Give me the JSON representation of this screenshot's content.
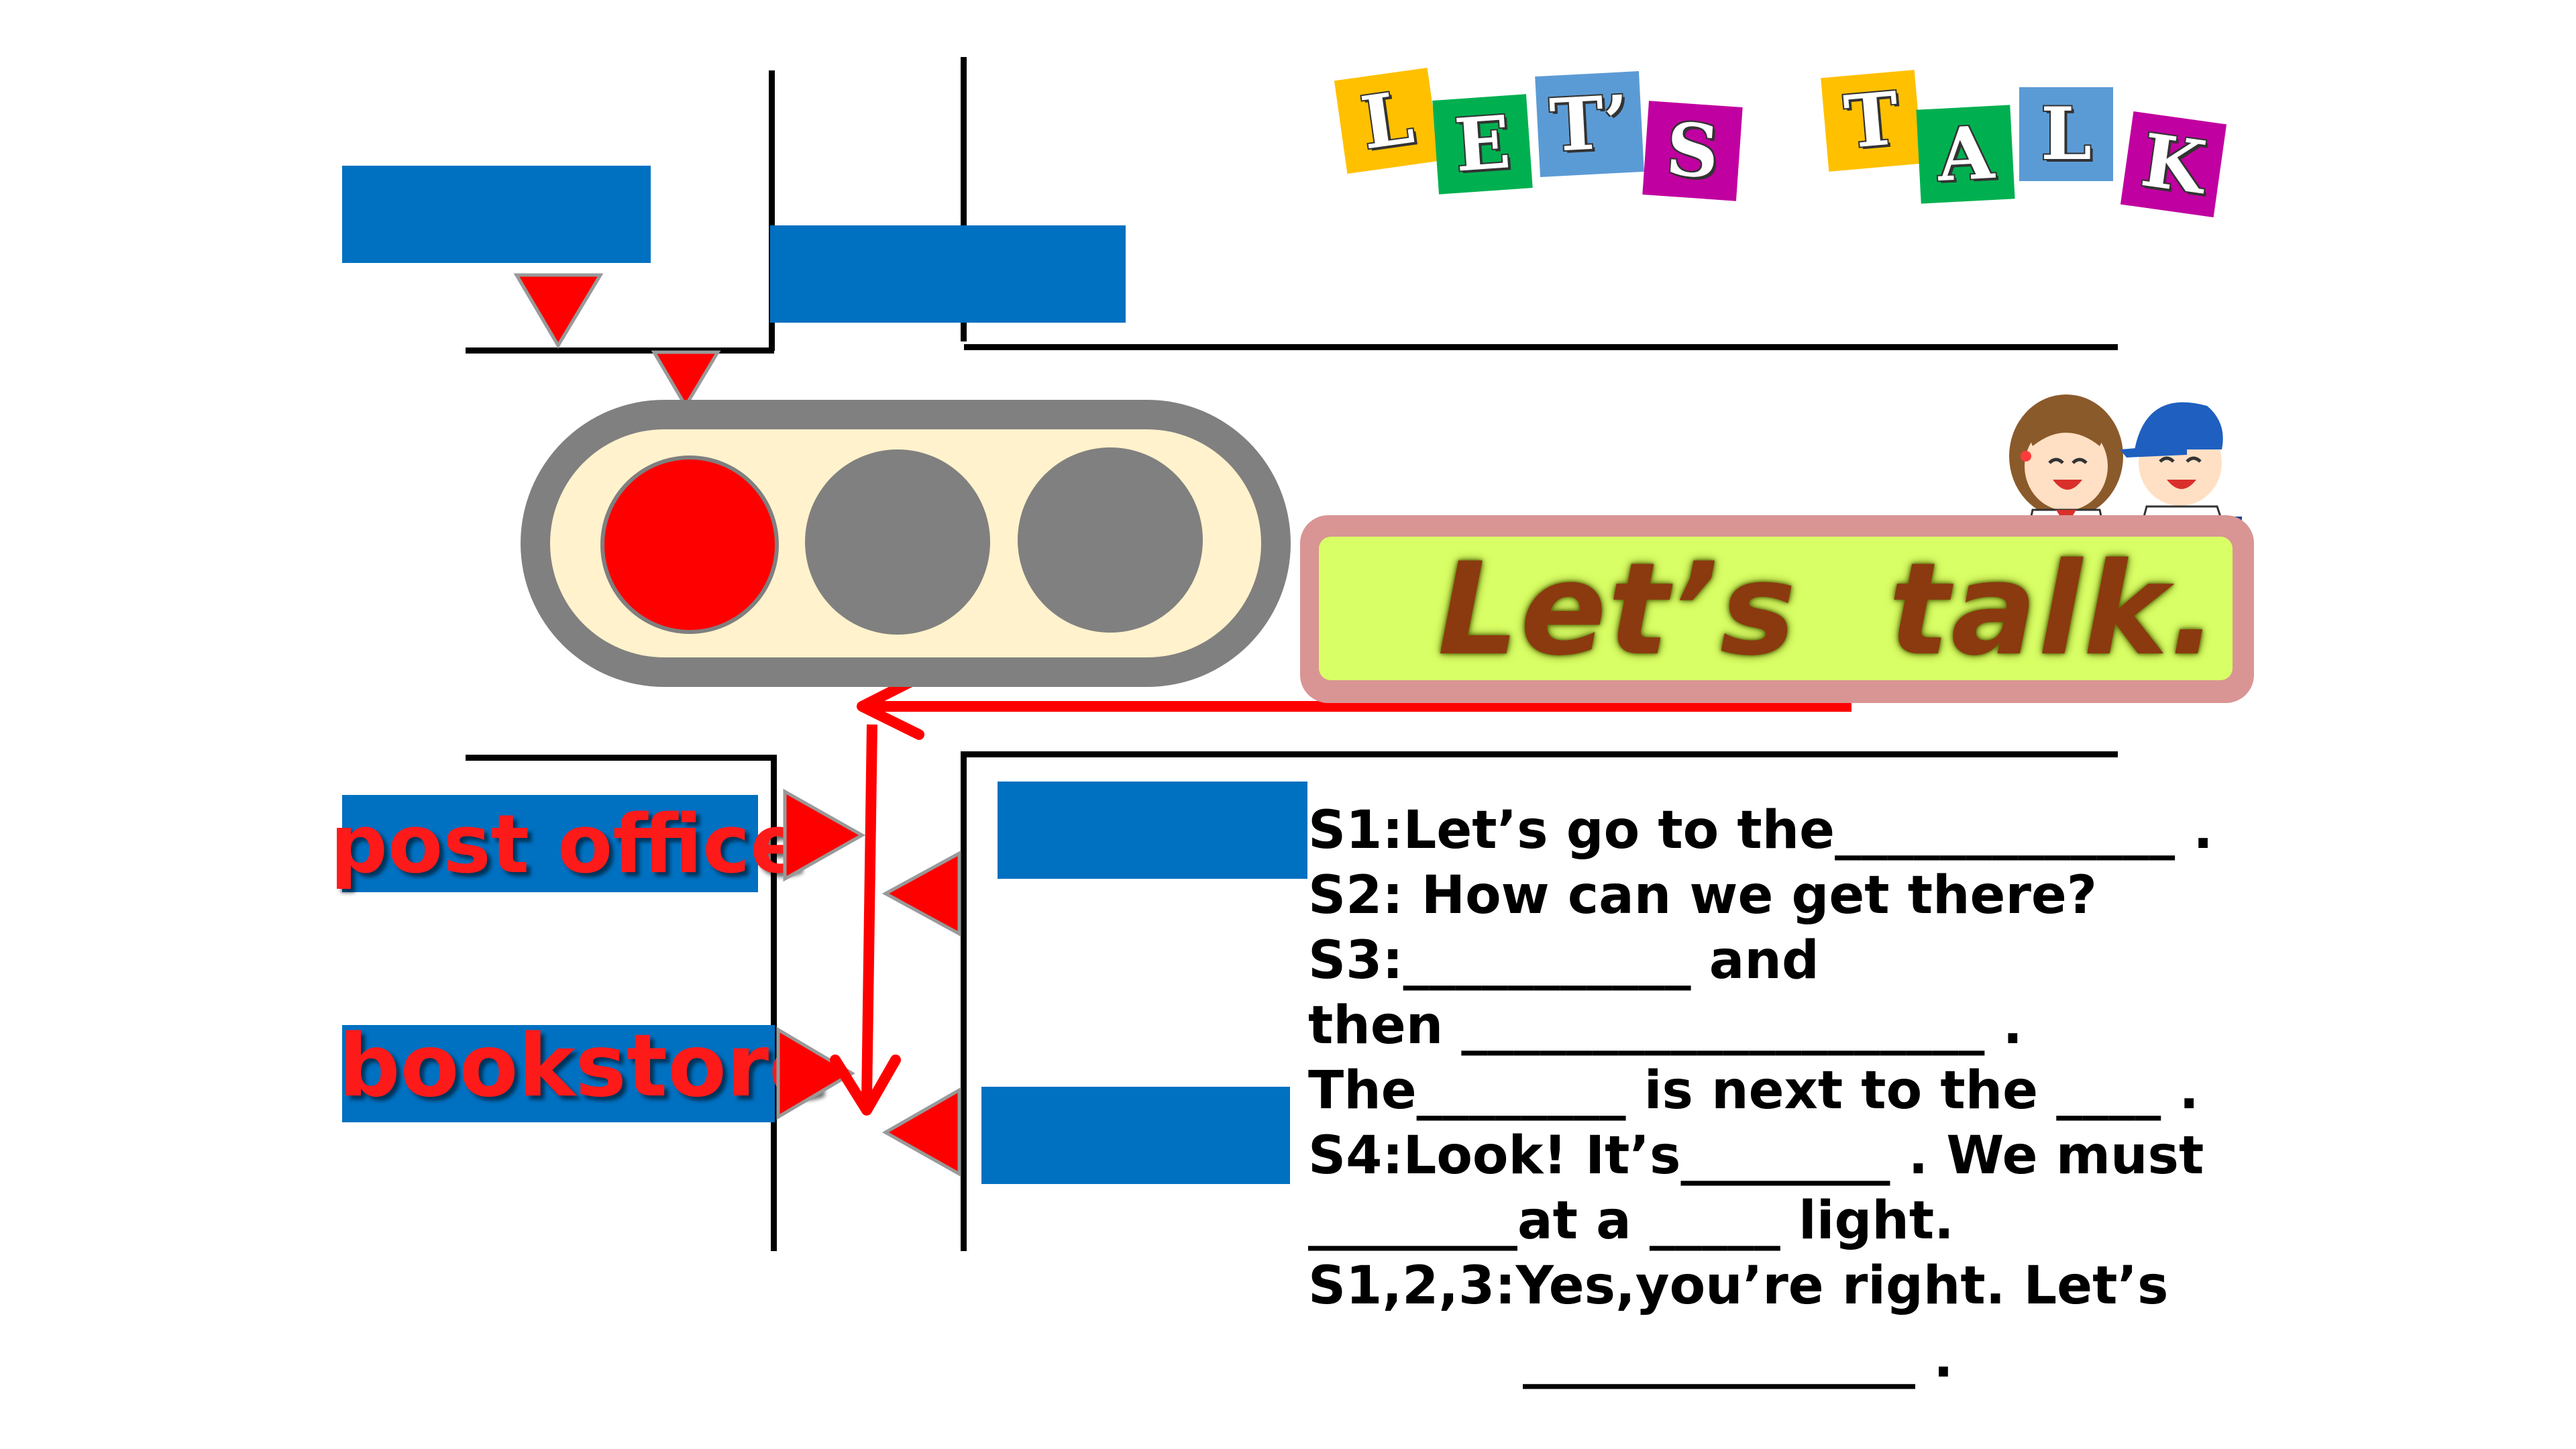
{
  "title_tiles": [
    "L",
    "E",
    "T’",
    "S",
    "T",
    "A",
    "L",
    "K"
  ],
  "banner_text": "Let’s  talk.",
  "labels": {
    "post_office": "post office",
    "bookstore": "bookstore"
  },
  "dialog": [
    "S1:Let’s go to the_____________ .",
    "S2: How can we get there?",
    "S3:___________ and",
    "then ____________________ .",
    "The________ is next to the ____ .",
    "S4:Look! It’s________ . We must",
    "________at a  _____ light.",
    "S1,2,3:Yes,you’re right. Let’s",
    "_______________ ."
  ],
  "traffic_light": {
    "active": "red",
    "lamps": [
      "red",
      "gray",
      "gray"
    ]
  },
  "colors": {
    "road_sign_blue": "#0070c0",
    "arrow_red": "#ff0000",
    "banner_green": "#d9ff66",
    "banner_border": "#d99594",
    "banner_text": "#8b3a0f"
  },
  "tile_colors": [
    "#ffc000",
    "#00b050",
    "#5b9bd5",
    "#c000a0",
    "#ffc000",
    "#00b050",
    "#5b9bd5",
    "#c000a0"
  ]
}
